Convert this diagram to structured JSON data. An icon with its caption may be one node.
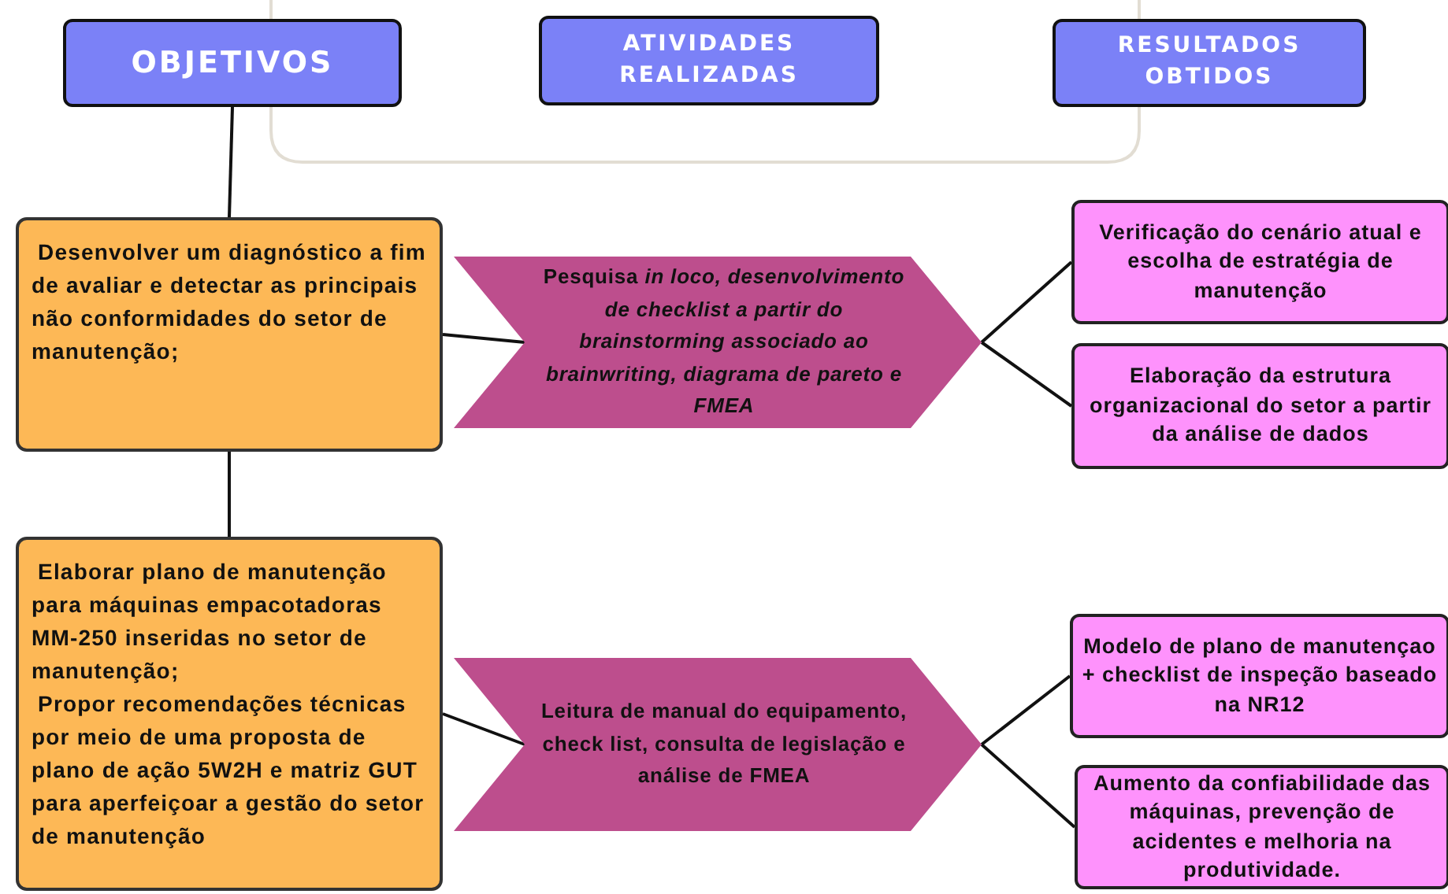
{
  "diagram": {
    "nodes": [
      {
        "text": [
          "OBJETIVOS"
        ]
      },
      {
        "text": [
          "ATIVIDADES REALIZADAS"
        ]
      },
      {
        "text": [
          "RESULTADOS OBTIDOS"
        ]
      },
      {
        "text": [
          "Desenvolver um diagnóstico a fim de avaliar e detectar as principais não conformidades do setor de manutenção;"
        ]
      },
      {
        "text": [
          "Pesquisa *in loco, desenvolvimento de checklist a partir do brainstorming associado ao brainwriting, diagrama de pareto e FMEA*"
        ]
      },
      {
        "text": [
          "Elaborar plano de manutenção para máquinas empacotadoras MM-250 inseridas no setor de manutenção;",
          "Propor recomendações técnicas por meio de uma proposta de plano de ação 5W2H e matriz GUT para aperfeiçoar a gestão do setor de manutenção"
        ]
      },
      {
        "text": [
          "Leitura de manual do equipamento, check list, consulta de legislação e análise de FMEA"
        ]
      },
      {
        "text": [
          "Verificação do cenário atual e escolha de estratégia de manutenção"
        ]
      },
      {
        "text": [
          "Elaboração da estrutura organizacional do setor a partir da análise de dados"
        ]
      },
      {
        "text": [
          "Modelo de plano de manutençao + checklist de inspeção baseado na NR12"
        ]
      },
      {
        "text": [
          "Aumento da confiabilidade das máquinas, prevenção de acidentes e melhoria na produtividade."
        ]
      }
    ],
    "edges": [
      {
        "from": 0,
        "to": 3,
        "arrow": "none"
      },
      {
        "from": 3,
        "to": 5,
        "arrow": "none"
      },
      {
        "from": 3,
        "to": 4,
        "arrow": "none"
      },
      {
        "from": 5,
        "to": 6,
        "arrow": "none"
      },
      {
        "from": 4,
        "to": 7,
        "arrow": "none"
      },
      {
        "from": 4,
        "to": 8,
        "arrow": "none"
      },
      {
        "from": 6,
        "to": 9,
        "arrow": "none"
      },
      {
        "from": 6,
        "to": 10,
        "arrow": "none"
      }
    ]
  }
}
